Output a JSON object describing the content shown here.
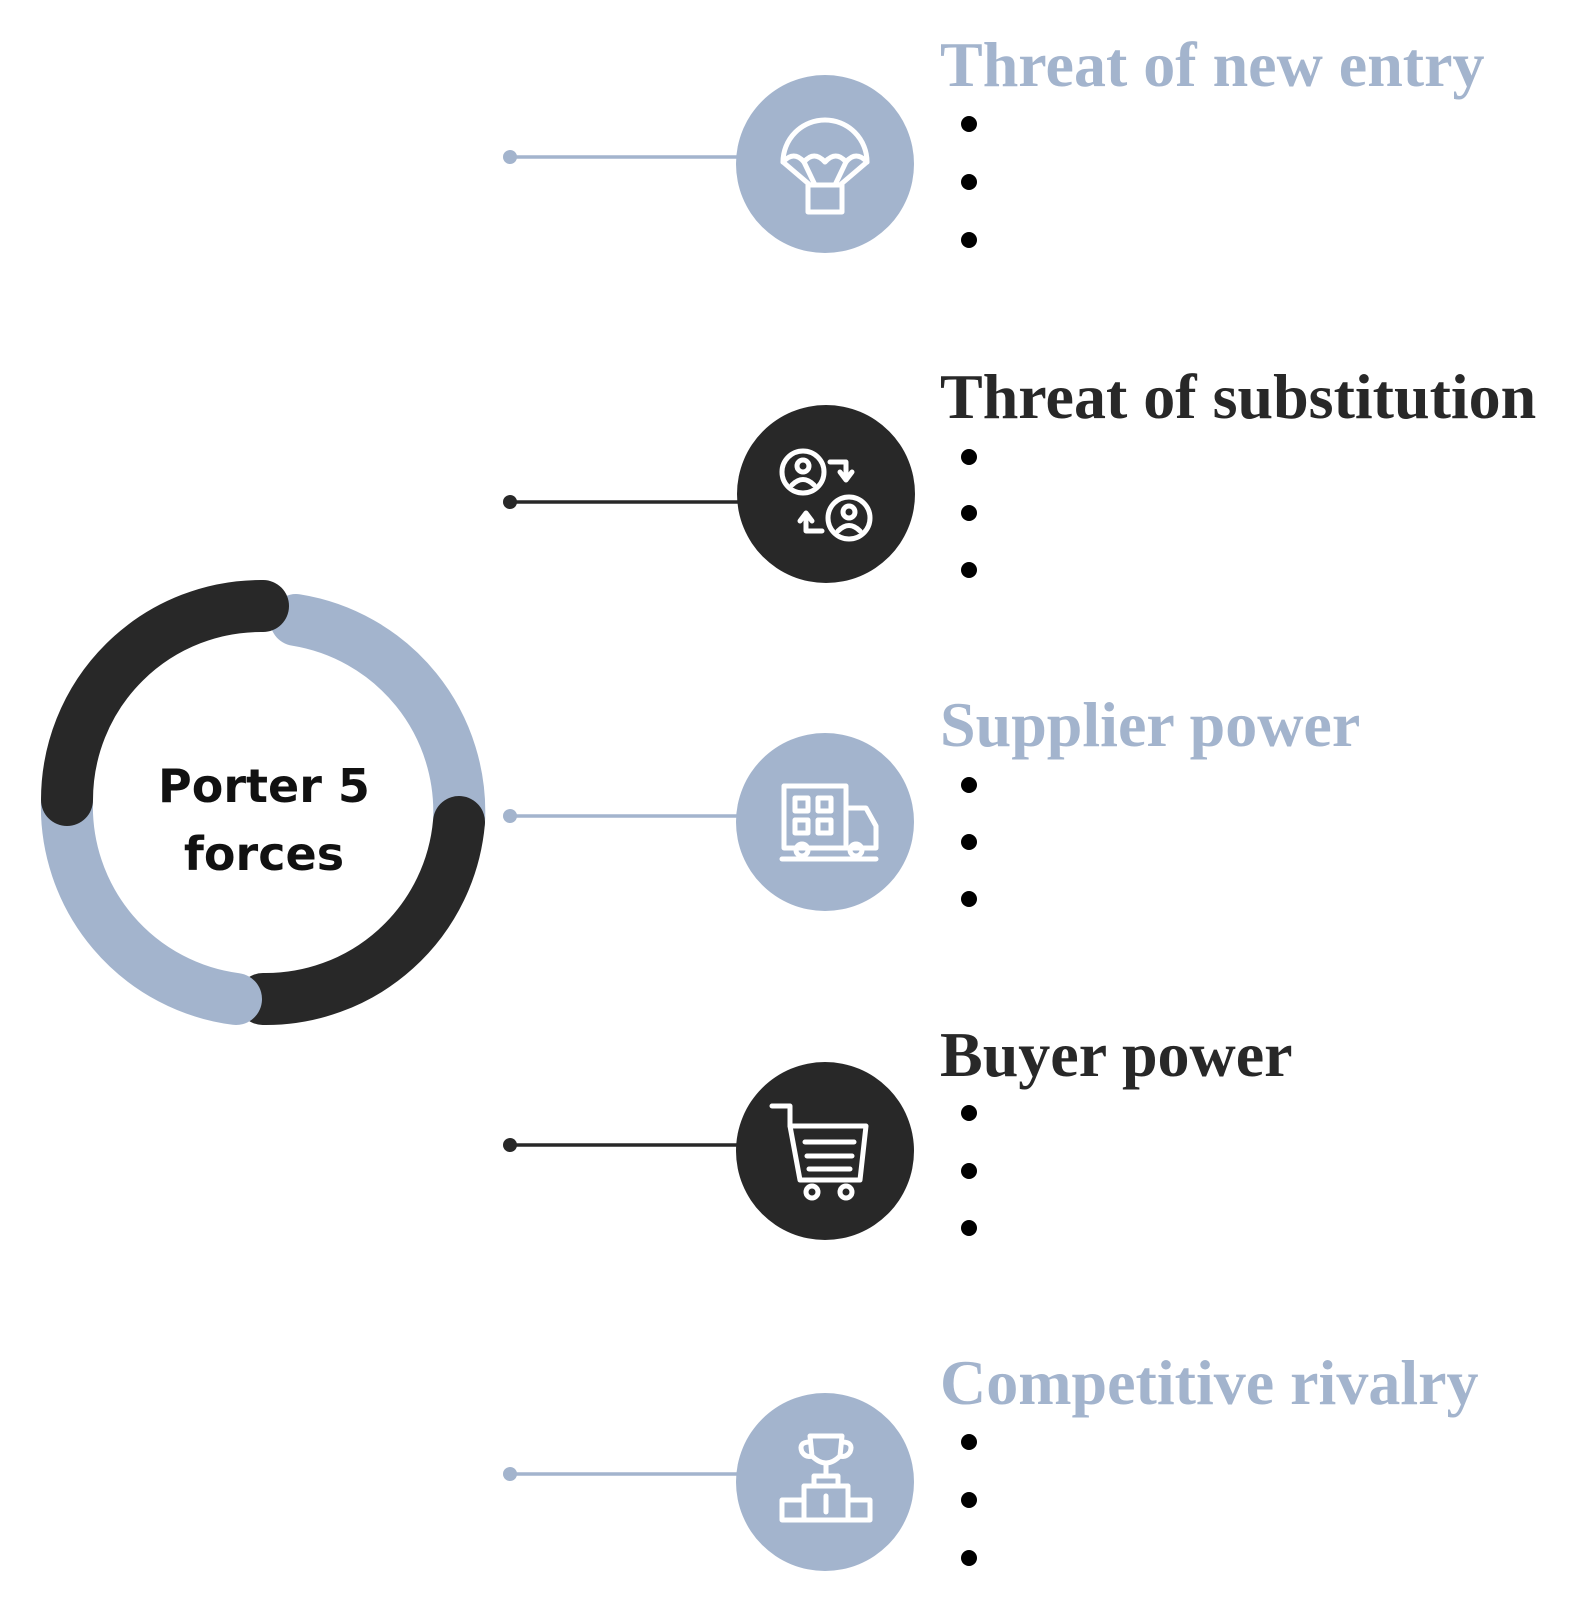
{
  "center": {
    "line1": "Porter 5",
    "line2": "forces"
  },
  "colors": {
    "blue": "#a3b4cd",
    "dark": "#282828",
    "white": "#ffffff"
  },
  "forces": [
    {
      "title": "Threat of new entry",
      "color": "blue",
      "icon": "parachute-icon",
      "bullets": [
        "",
        "",
        ""
      ]
    },
    {
      "title": "Threat of substitution",
      "color": "dark",
      "icon": "user-swap-icon",
      "bullets": [
        "",
        "",
        ""
      ]
    },
    {
      "title": "Supplier power",
      "color": "blue",
      "icon": "delivery-truck-icon",
      "bullets": [
        "",
        "",
        ""
      ]
    },
    {
      "title": "Buyer power",
      "color": "dark",
      "icon": "shopping-cart-icon",
      "bullets": [
        "",
        "",
        ""
      ]
    },
    {
      "title": "Competitive rivalry",
      "color": "blue",
      "icon": "trophy-podium-icon",
      "bullets": [
        "",
        "",
        ""
      ]
    }
  ]
}
